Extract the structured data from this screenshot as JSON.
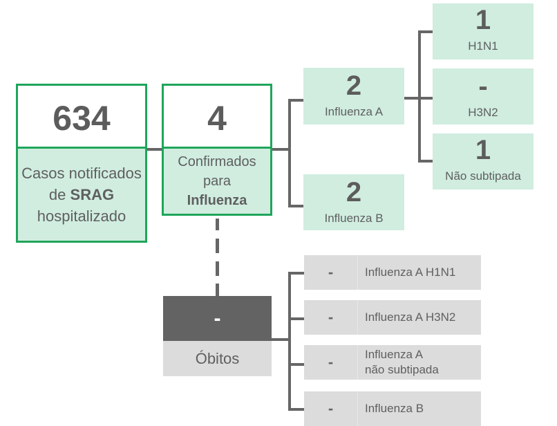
{
  "srag": {
    "value": "634",
    "label_pre": "Casos notificados de ",
    "label_bold": "SRAG",
    "label_post": " hospitalizado"
  },
  "confirmed": {
    "value": "4",
    "label_pre": "Confirmados para ",
    "label_bold": "Influenza"
  },
  "influenza_a": {
    "value": "2",
    "label": "Influenza A"
  },
  "influenza_b": {
    "value": "2",
    "label": "Influenza B"
  },
  "subtypes": [
    {
      "value": "1",
      "label": "H1N1"
    },
    {
      "value": "-",
      "label": "H3N2"
    },
    {
      "value": "1",
      "label": "Não subtipada"
    }
  ],
  "deaths": {
    "value": "-",
    "label": "Óbitos",
    "rows": [
      {
        "value": "-",
        "label_line1": "Influenza A H1N1",
        "label_line2": ""
      },
      {
        "value": "-",
        "label_line1": "Influenza A H3N2",
        "label_line2": ""
      },
      {
        "value": "-",
        "label_line1": "Influenza A",
        "label_line2": "não subtipada"
      },
      {
        "value": "-",
        "label_line1": "Influenza B",
        "label_line2": ""
      }
    ]
  },
  "colors": {
    "green_border": "#1fa55a",
    "mint": "#d0ede0",
    "gray_dark": "#636363",
    "gray_light": "#dcdcdc",
    "connector": "#666666"
  }
}
